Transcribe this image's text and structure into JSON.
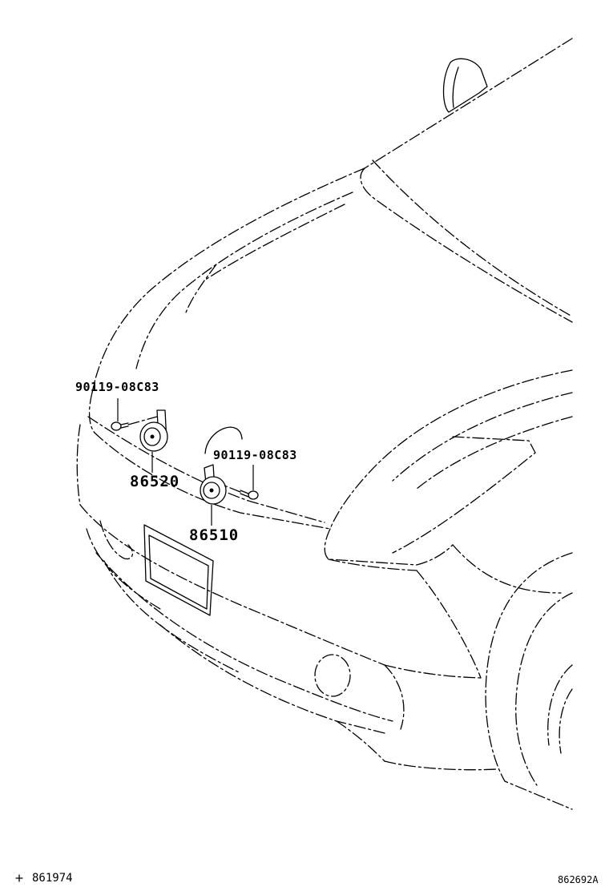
{
  "labels": {
    "bolt_left": "90119-08C83",
    "horn_low": "86520",
    "bolt_right": "90119-08C83",
    "horn_high": "86510"
  },
  "footer": {
    "left_code": "861974",
    "right_code": "862692A"
  }
}
